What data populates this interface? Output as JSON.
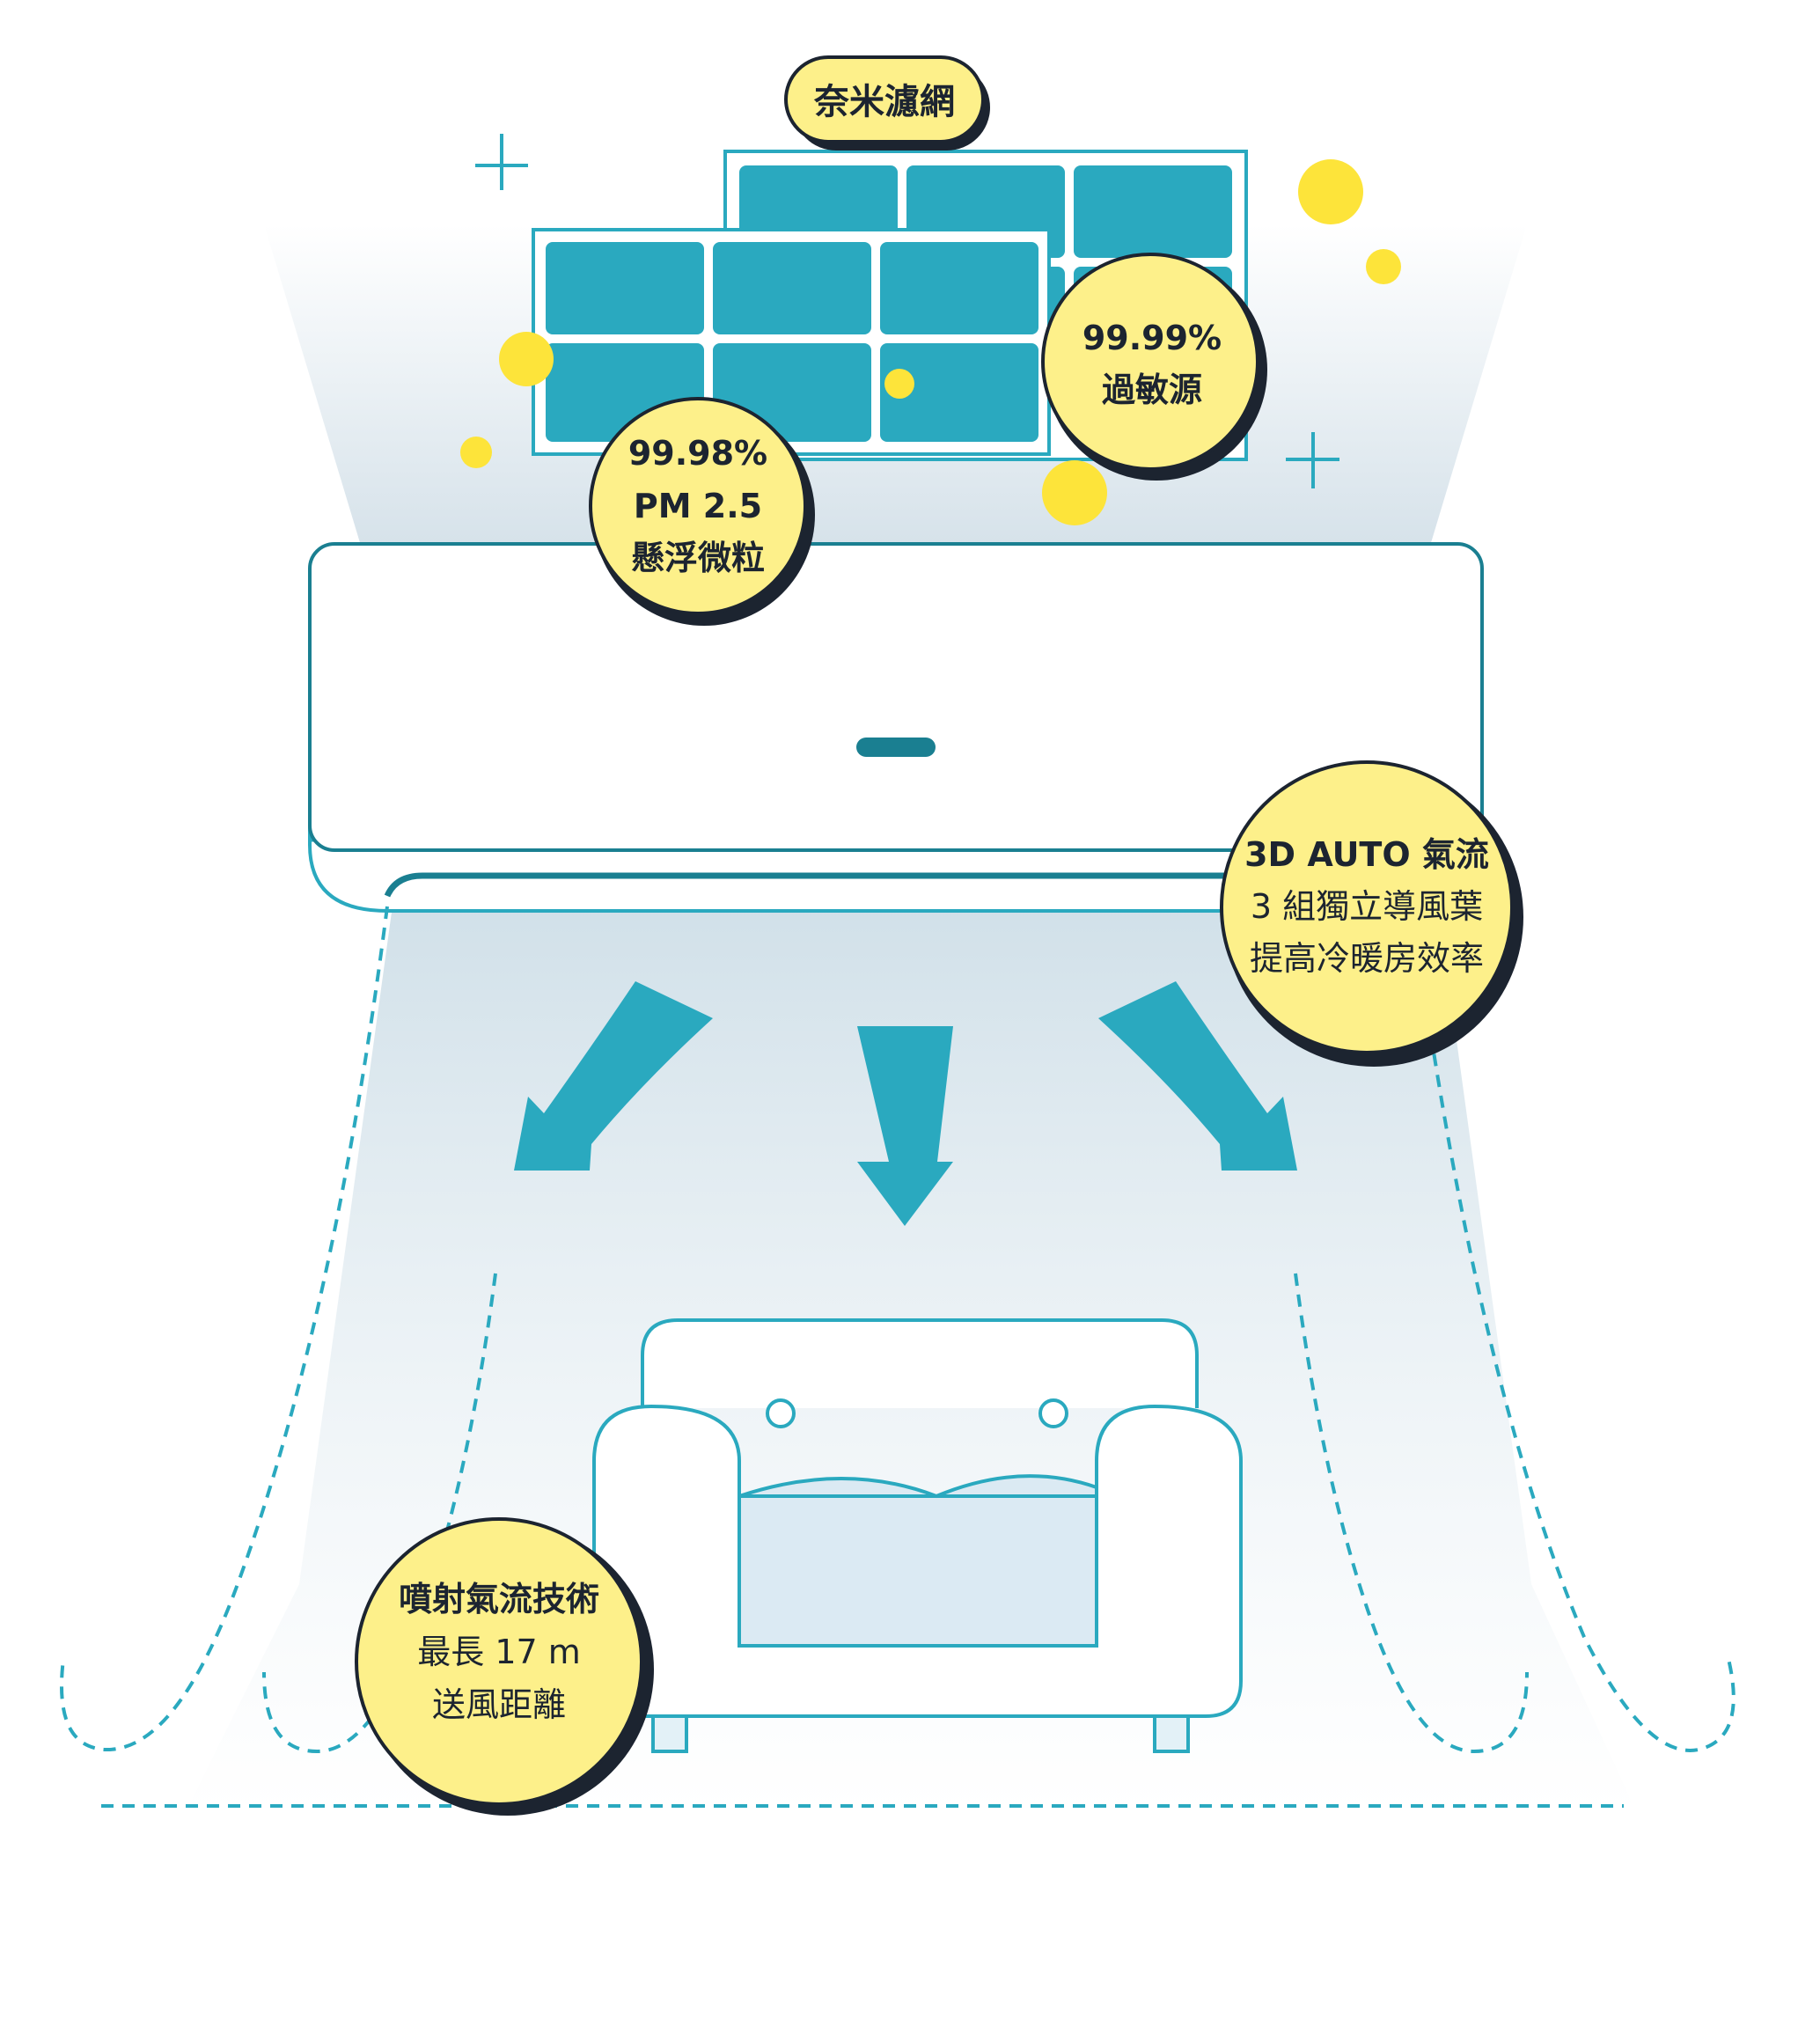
{
  "filter": {
    "label": "奈米濾網"
  },
  "badges": {
    "pm25": {
      "line1": "99.98%",
      "line2": "PM 2.5",
      "line3": "懸浮微粒"
    },
    "allergen": {
      "line1": "99.99%",
      "line2": "過敏源"
    },
    "airflow3d": {
      "title": "3D AUTO 氣流",
      "line2": "3 組獨立導風葉",
      "line3": "提高冷暖房效率"
    },
    "jet": {
      "title": "噴射氣流技術",
      "line2": "最長 17 m",
      "line3": "送風距離"
    }
  },
  "colors": {
    "teal": "#2aa9bf",
    "teal_dark": "#1a7f91",
    "yellow": "#fdf08a",
    "yellow_dot": "#fde43a",
    "outline": "#1c2430"
  }
}
